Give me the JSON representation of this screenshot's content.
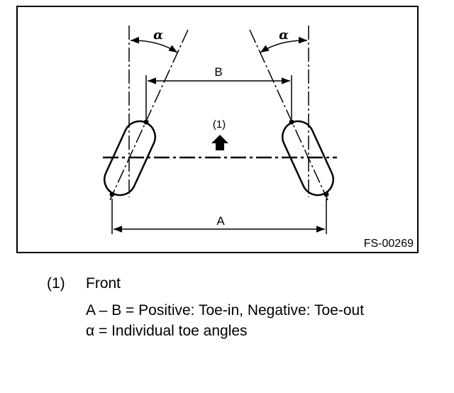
{
  "diagram": {
    "figure_code": "FS-00269",
    "labels": {
      "alpha": "α",
      "B": "B",
      "A": "A",
      "front_marker": "(1)"
    }
  },
  "legend": {
    "item1_number": "(1)",
    "item1_text": "Front",
    "formula": "A – B = Positive: Toe-in, Negative: Toe-out",
    "alpha_definition": "α = Individual toe angles"
  },
  "colors": {
    "line": "#000000",
    "background": "#ffffff"
  }
}
